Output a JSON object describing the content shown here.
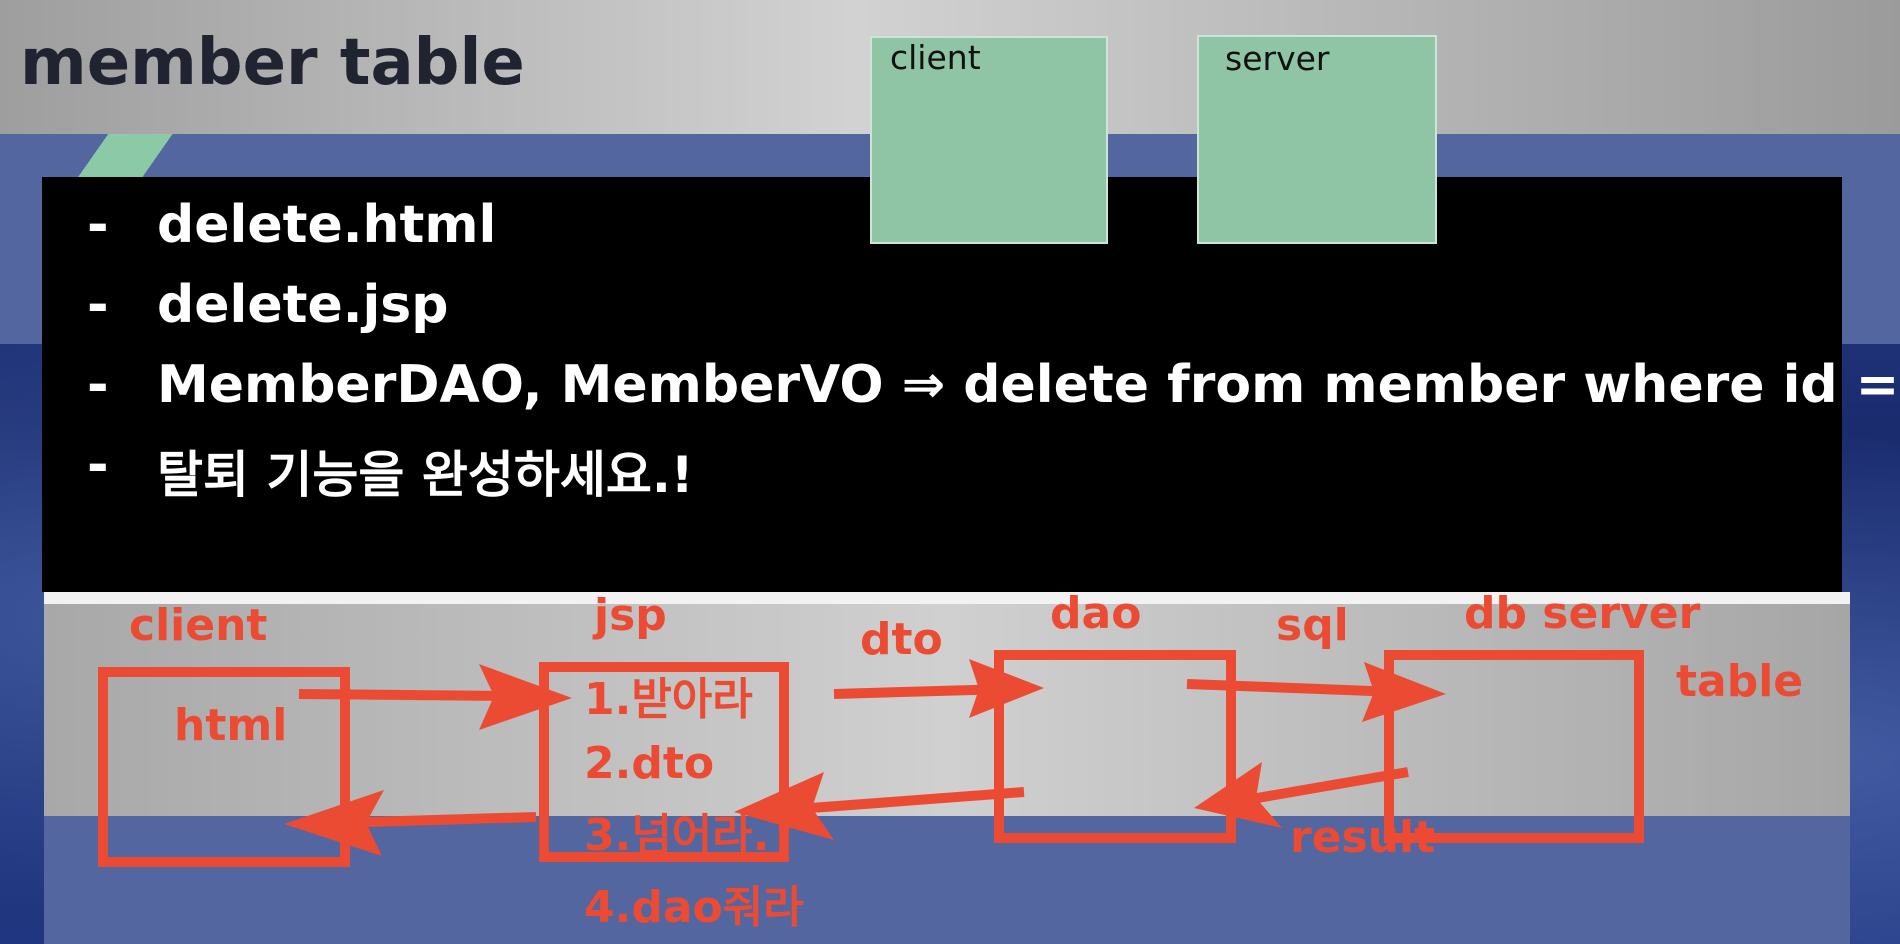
{
  "header": {
    "title": "member table"
  },
  "top_boxes": [
    {
      "label": "client"
    },
    {
      "label": "server"
    }
  ],
  "bullets": [
    {
      "dash": "-",
      "text": "delete.html"
    },
    {
      "dash": "-",
      "text": "delete.jsp"
    },
    {
      "dash": "-",
      "text": "MemberDAO, MemberVO ⇒ delete from member where id =?"
    },
    {
      "dash": "-",
      "text": "탈퇴 기능을 완성하세요.!"
    }
  ],
  "diagram": {
    "client_label": "client",
    "html_label": "html",
    "jsp_label": "jsp",
    "jsp_steps": [
      "1.받아라",
      "2.dto",
      "3.넘어라.",
      "4.dao줘라"
    ],
    "dto_label": "dto",
    "dao_label": "dao",
    "sql_label": "sql",
    "db_server_label": "db server",
    "table_label": "table",
    "result_label": "result",
    "annotation_color": "#ec4b33"
  },
  "colors": {
    "header_bg": "#c8c8c8",
    "title_color": "#1f2430",
    "panel_bg": "#000000",
    "box_green": "#8fc4a5",
    "band_blue": "#5366a0"
  }
}
